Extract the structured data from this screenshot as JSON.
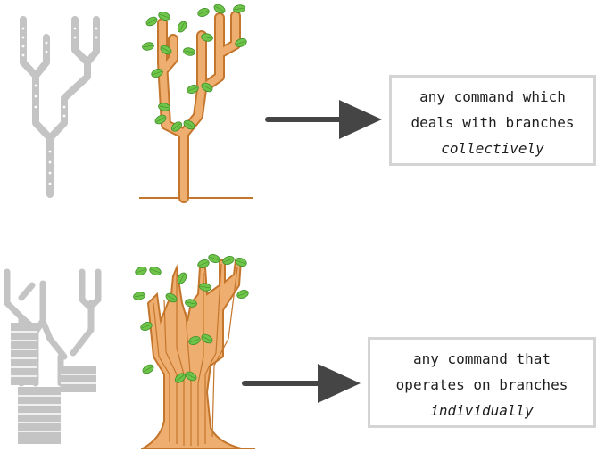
{
  "colors": {
    "schema": "#c4c4c4",
    "tree_fill": "#eeae6f",
    "tree_stroke": "#c4762c",
    "leaf": "#6fc44a",
    "leaf_dark": "#3f8e2a",
    "arrow": "#454545",
    "box_border": "#d4d4d4"
  },
  "top": {
    "label_line1": "any command which",
    "label_line2": "deals with branches",
    "label_emphasis": "collectively"
  },
  "bottom": {
    "label_line1": "any command that",
    "label_line2": "operates on branches",
    "label_emphasis": "individually"
  }
}
